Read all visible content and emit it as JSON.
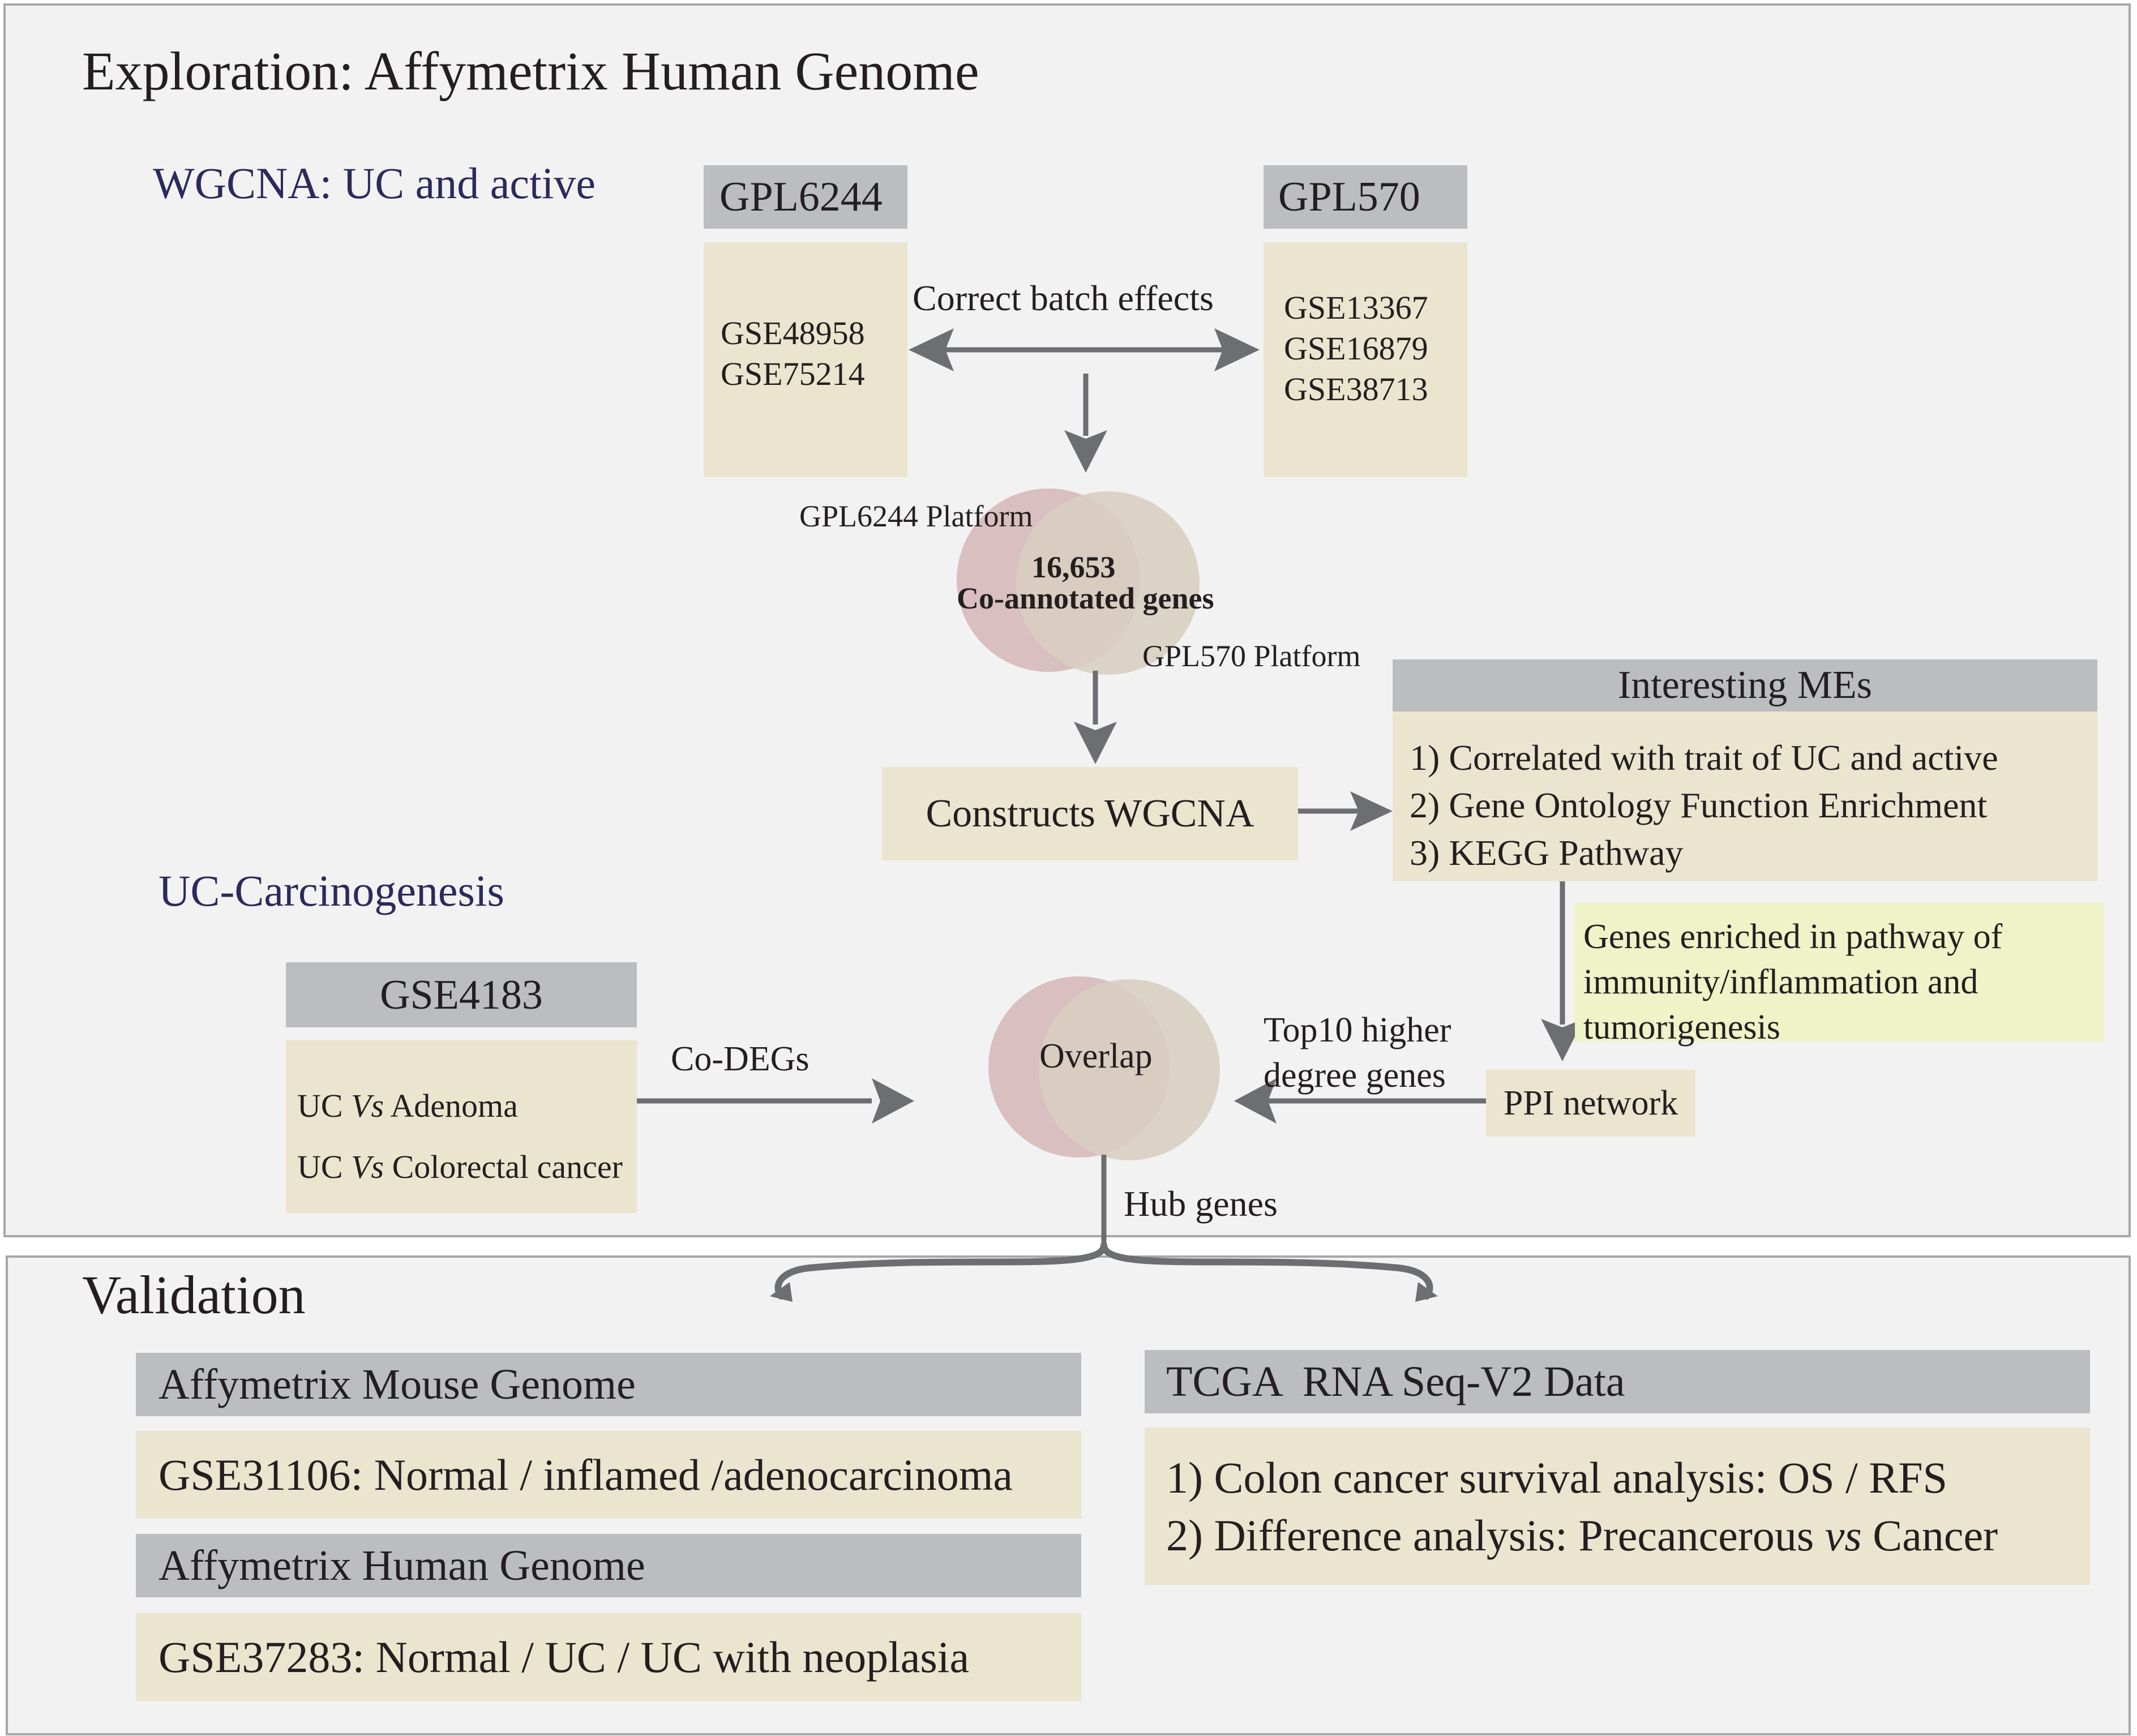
{
  "exploration": {
    "title": "Exploration: Affymetrix Human Genome",
    "wgcna_label": "WGCNA: UC and active",
    "gpl6244": {
      "header": "GPL6244",
      "datasets": [
        "GSE48958",
        "GSE75214"
      ]
    },
    "gpl570": {
      "header": "GPL570",
      "datasets": [
        "GSE13367",
        "GSE16879",
        "GSE38713"
      ]
    },
    "batch_label": "Correct batch effects",
    "venn1": {
      "left_label": "GPL6244 Platform",
      "right_label": "GPL570 Platform",
      "count": "16,653",
      "caption": "Co-annotated genes"
    },
    "construct_box": "Constructs WGCNA",
    "interesting": {
      "header": "Interesting MEs",
      "items": [
        "1) Correlated with trait of UC and active",
        "2) Gene Ontology Function Enrichment",
        "3) KEGG Pathway"
      ]
    },
    "enriched_note": [
      "Genes enriched in pathway of",
      "immunity/inflammation and",
      "tumorigenesis"
    ],
    "uc_label": "UC-Carcinogenesis",
    "gse4183": {
      "header": "GSE4183",
      "rows": [
        {
          "pre": "UC ",
          "vs": "Vs",
          "post": " Adenoma"
        },
        {
          "pre": "UC ",
          "vs": "Vs",
          "post": " Colorectal cancer"
        }
      ]
    },
    "codegs_label": "Co-DEGs",
    "overlap_label": "Overlap",
    "top10_label": [
      "Top10 higher",
      "degree genes"
    ],
    "ppi_box": "PPI network",
    "hub_label": "Hub genes"
  },
  "validation": {
    "title": "Validation",
    "mouse": {
      "header": "Affymetrix Mouse Genome",
      "content": "GSE31106: Normal / inflamed /adenocarcinoma"
    },
    "human": {
      "header": "Affymetrix Human Genome",
      "content": "GSE37283: Normal / UC / UC with neoplasia"
    },
    "tcga": {
      "header": "TCGA  RNA Seq-V2 Data",
      "item1": "1) Colon cancer survival analysis: OS / RFS",
      "item2_pre": "2) Difference analysis: Precancerous ",
      "item2_vs": "vs",
      "item2_post": " Cancer"
    }
  },
  "colors": {
    "panel_bg": "#f2f2f2",
    "header_gray": "#bcbdc0",
    "beige": "#ebe4cf",
    "green_note": "#eef3c8",
    "arrow": "#6d6e71",
    "venn_pink": "#d7bcbc",
    "venn_tan": "#ddd3c4",
    "title_blue": "#2b2a5c"
  }
}
